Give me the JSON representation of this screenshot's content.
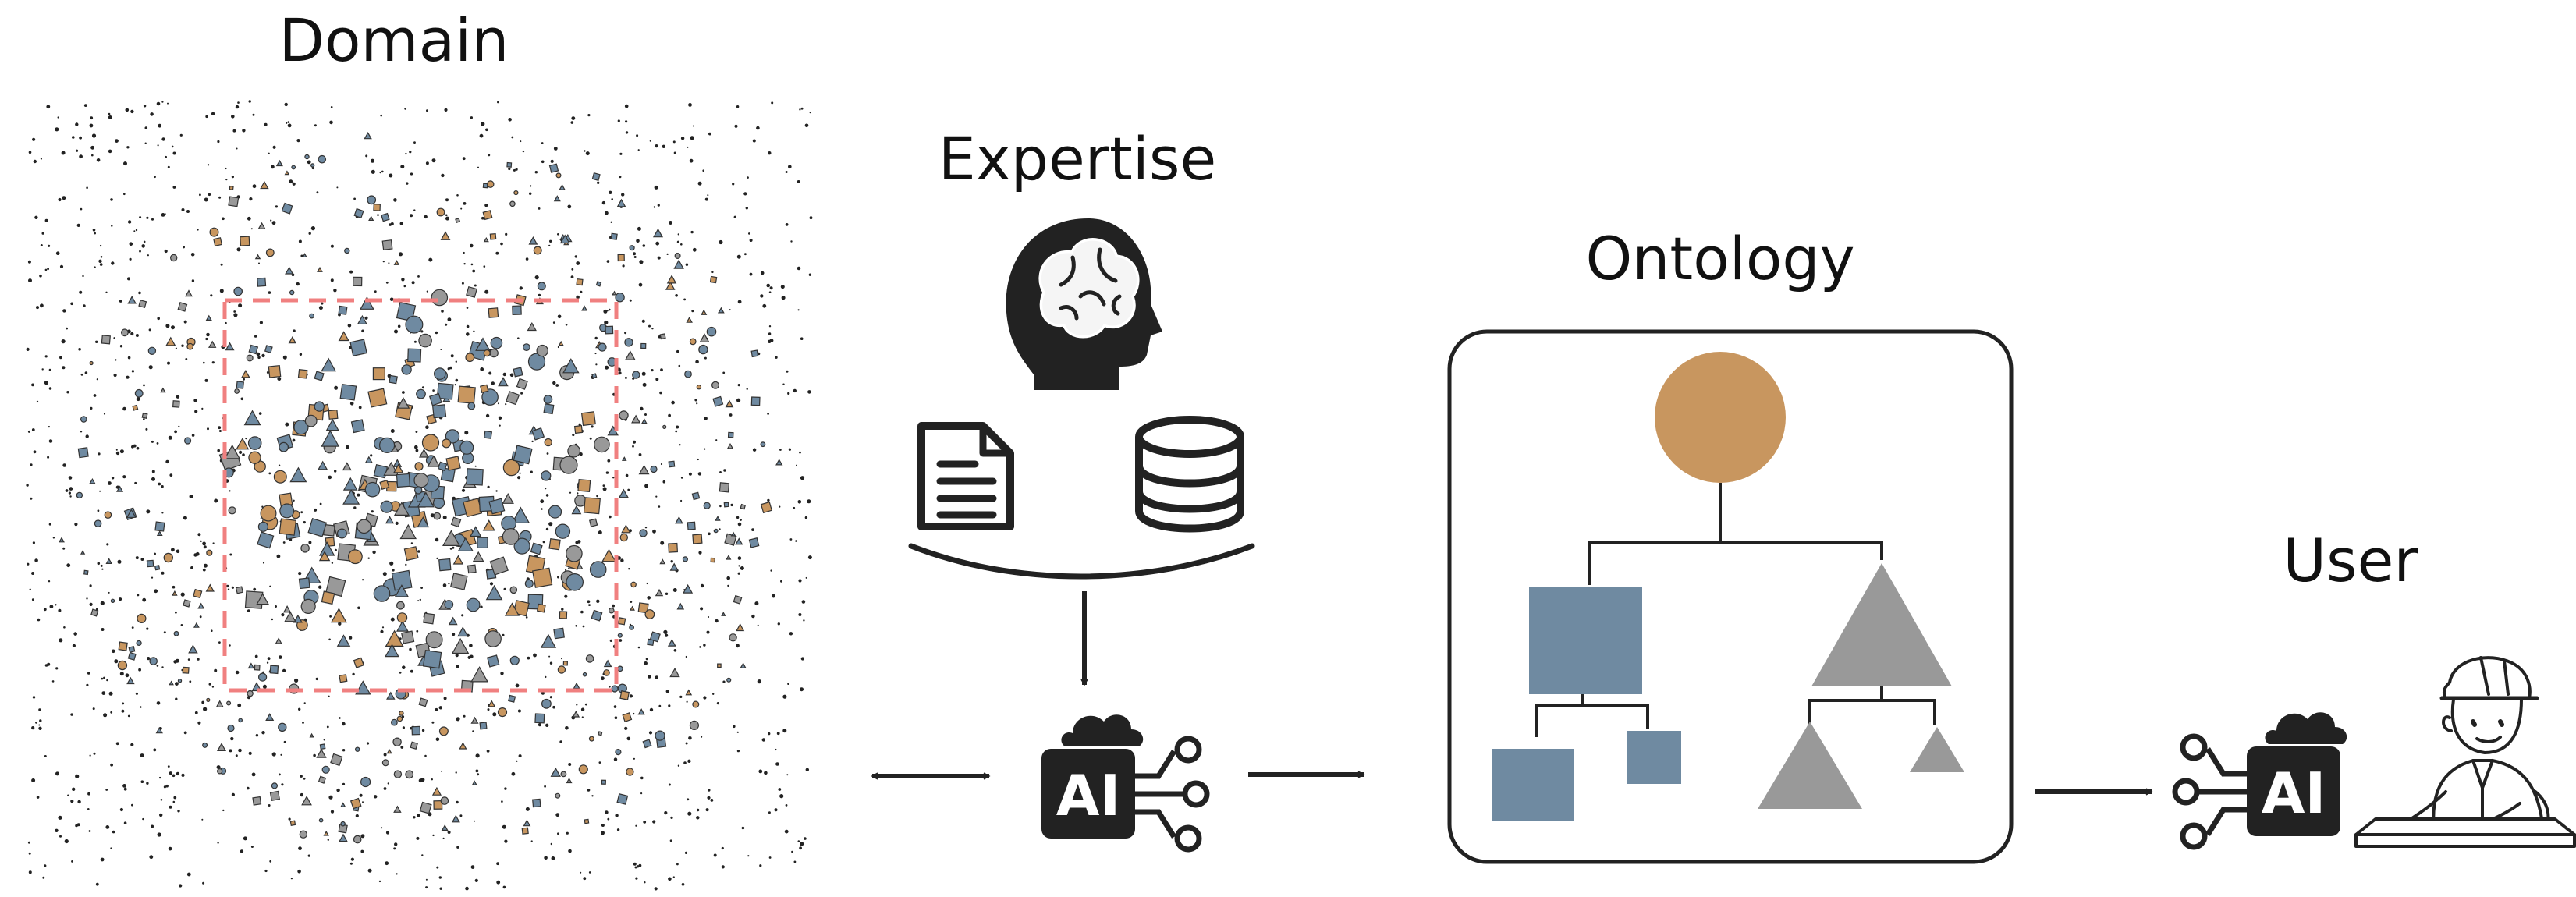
{
  "labels": {
    "domain": "Domain",
    "expertise": "Expertise",
    "ontology": "Ontology",
    "user": "User"
  },
  "badges": {
    "ai_center": "AI",
    "ai_user": "AI"
  },
  "colors": {
    "blue": "#6f8aa1",
    "orange": "#c8965f",
    "gray": "#999999",
    "dark": "#222222",
    "dashed_border": "#f08080"
  },
  "icons": [
    "brain-head-icon",
    "document-icon",
    "database-icon",
    "ai-chip-icon",
    "worker-user-icon"
  ]
}
